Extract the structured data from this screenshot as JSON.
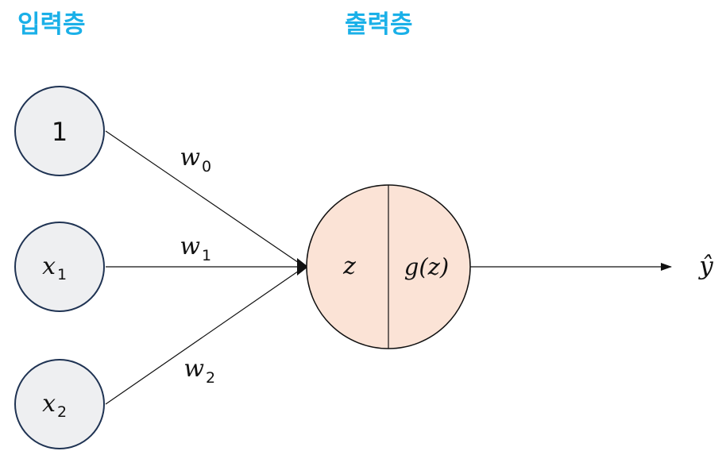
{
  "titles": {
    "input_layer": "입력층",
    "output_layer": "출력층"
  },
  "input_nodes": [
    {
      "main": "1",
      "sub": ""
    },
    {
      "main": "x",
      "sub": "1"
    },
    {
      "main": "x",
      "sub": "2"
    }
  ],
  "weights": [
    {
      "main": "w",
      "sub": "0"
    },
    {
      "main": "w",
      "sub": "1"
    },
    {
      "main": "w",
      "sub": "2"
    }
  ],
  "output_node": {
    "left_label": "z",
    "right_label": "g(z)"
  },
  "output_label": "ŷ",
  "colors": {
    "title": "#1ab0e8",
    "input_fill": "#eeeff1",
    "input_stroke": "#1f3353",
    "output_fill": "#fbe3d6",
    "output_stroke": "#111111",
    "edge": "#111111"
  }
}
